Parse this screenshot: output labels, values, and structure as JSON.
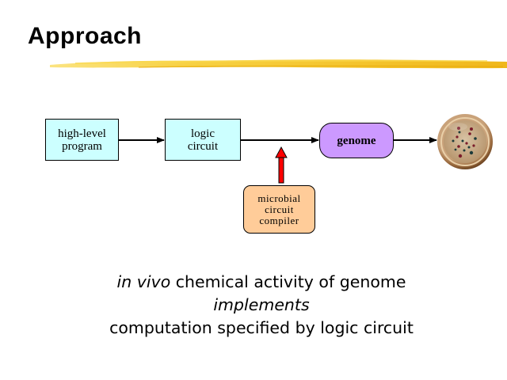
{
  "slide": {
    "title": "Approach",
    "accent_color": "#f5c518"
  },
  "diagram": {
    "nodes": [
      {
        "id": "high-level-program",
        "line1": "high-level",
        "line2": "program",
        "fill": "#ccffff"
      },
      {
        "id": "logic-circuit",
        "line1": "logic",
        "line2": "circuit",
        "fill": "#ccffff"
      },
      {
        "id": "genome",
        "label": "genome",
        "fill": "#cc99ff"
      },
      {
        "id": "microbial-circuit-compiler",
        "line1": "microbial",
        "line2": "circuit",
        "line3": "compiler",
        "fill": "#ffcc99"
      },
      {
        "id": "petri-dish",
        "icon": "petri-dish-image"
      }
    ],
    "edges": [
      {
        "from": "high-level-program",
        "to": "logic-circuit",
        "color": "#000000"
      },
      {
        "from": "logic-circuit",
        "to": "genome",
        "color": "#000000"
      },
      {
        "from": "genome",
        "to": "petri-dish",
        "color": "#000000"
      },
      {
        "from": "microbial-circuit-compiler",
        "to": "logic-circuit-genome-edge",
        "color": "#ff0000"
      }
    ]
  },
  "statement": {
    "line1_italic": "in vivo",
    "line1_rest": " chemical activity of genome",
    "line2_italic": "implements",
    "line3": "computation specified by logic circuit"
  }
}
